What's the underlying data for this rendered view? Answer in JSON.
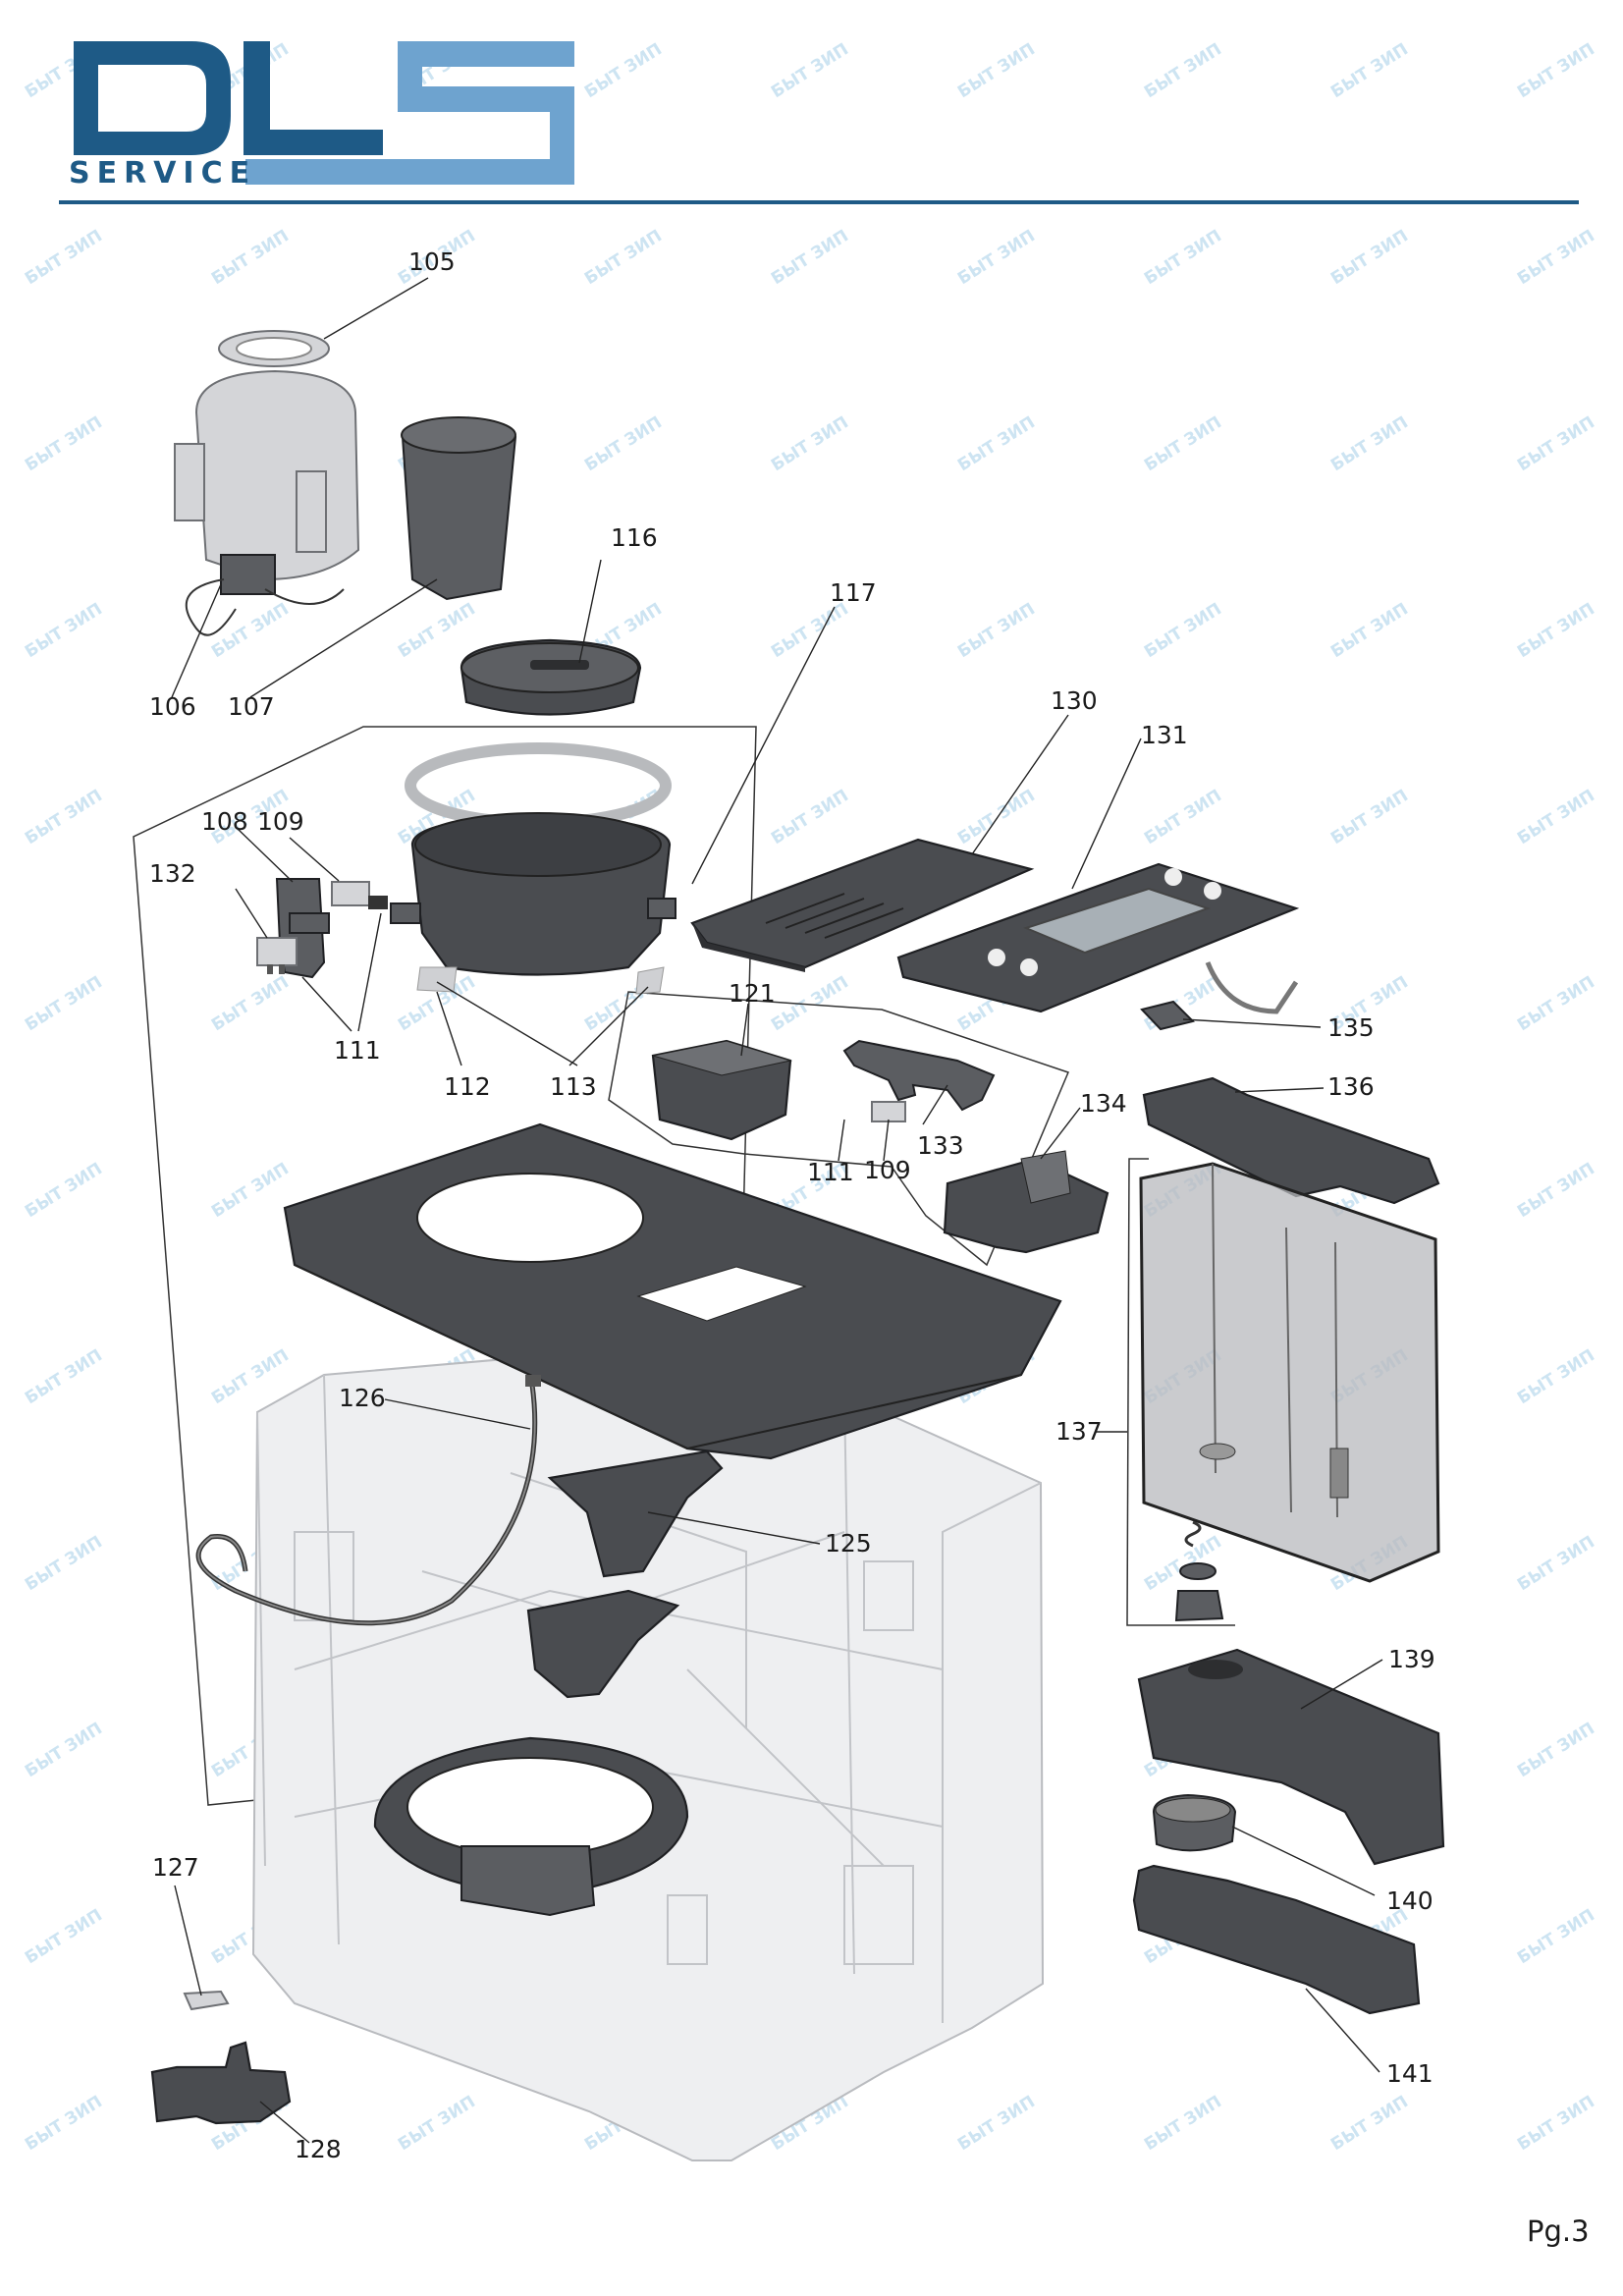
{
  "header": {
    "logo_text": "SERVICE",
    "brand_dark": "#1e5a86",
    "brand_light": "#6ea3cf",
    "rule_color": "#1e5a86"
  },
  "watermark": {
    "text": "БЫТ ЗИП",
    "color": "#cde4f2"
  },
  "parts": [
    "105",
    "106",
    "107",
    "116",
    "117",
    "130",
    "131",
    "108",
    "109",
    "132",
    "111",
    "112",
    "113",
    "121",
    "135",
    "136",
    "134",
    "133",
    "111",
    "109",
    "126",
    "137",
    "125",
    "139",
    "127",
    "140",
    "141",
    "128"
  ],
  "footer": {
    "page_label": "Pg.3"
  }
}
